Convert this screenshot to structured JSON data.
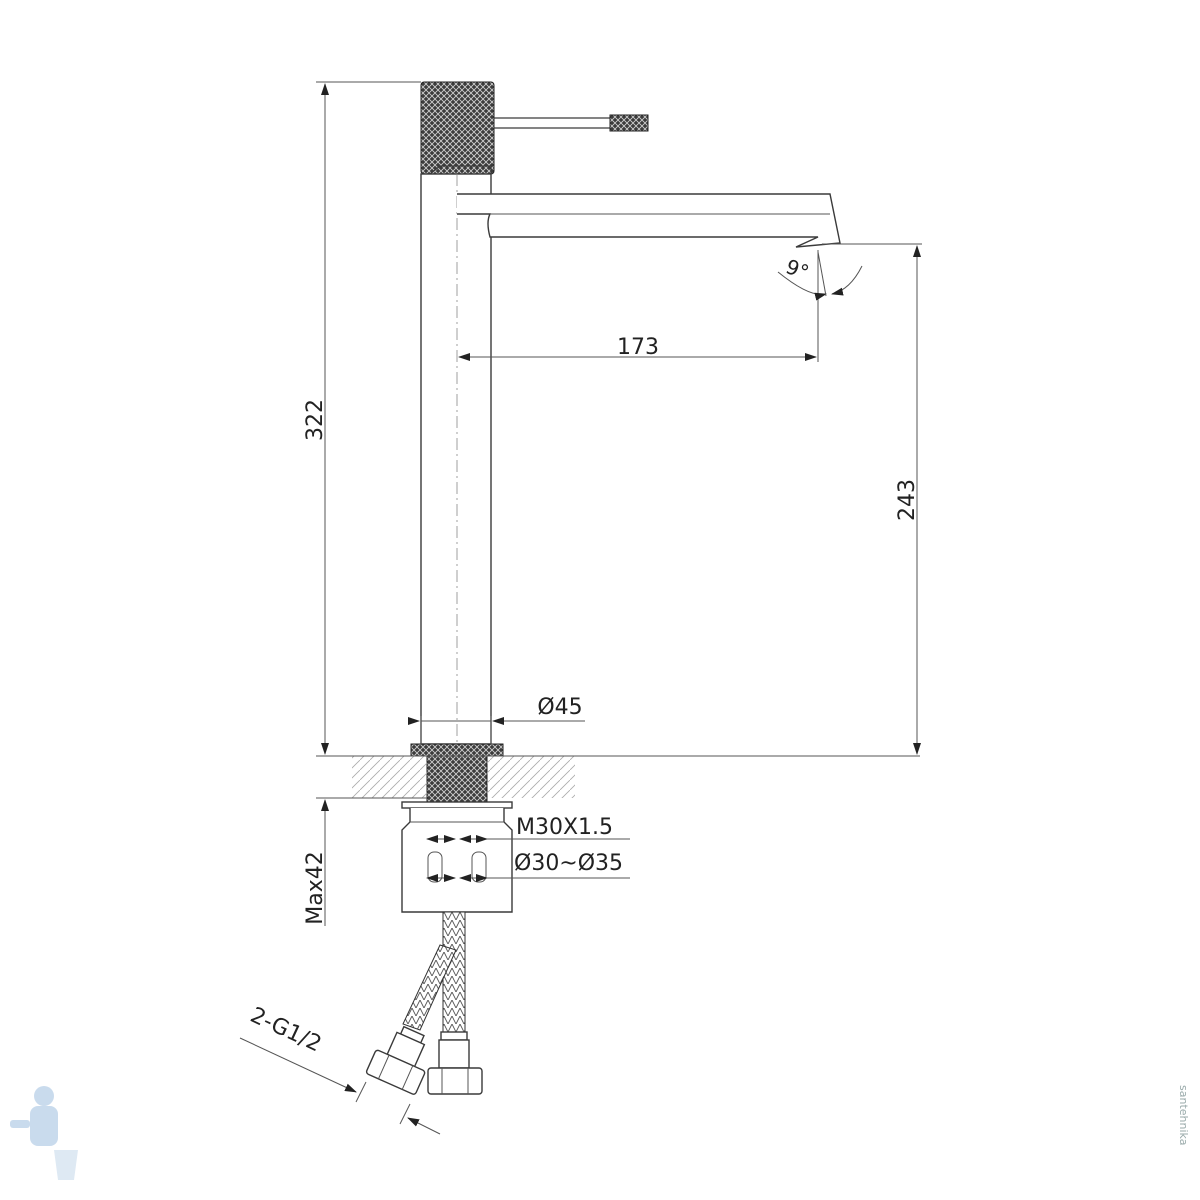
{
  "dimensions": {
    "total_height": "322",
    "spout_reach": "173",
    "spout_height": "243",
    "body_diameter": "Ø45",
    "spout_angle": "9°",
    "thread": "M30X1.5",
    "hole_diameter": "Ø30~Ø35",
    "max_counter": "Max42",
    "hose_connection": "2-G1/2"
  },
  "watermark_text": "santehnika",
  "colors": {
    "line": "#3a3a3a",
    "dark_fill": "#2b2b2b",
    "watermark": "#8ab0d8"
  }
}
